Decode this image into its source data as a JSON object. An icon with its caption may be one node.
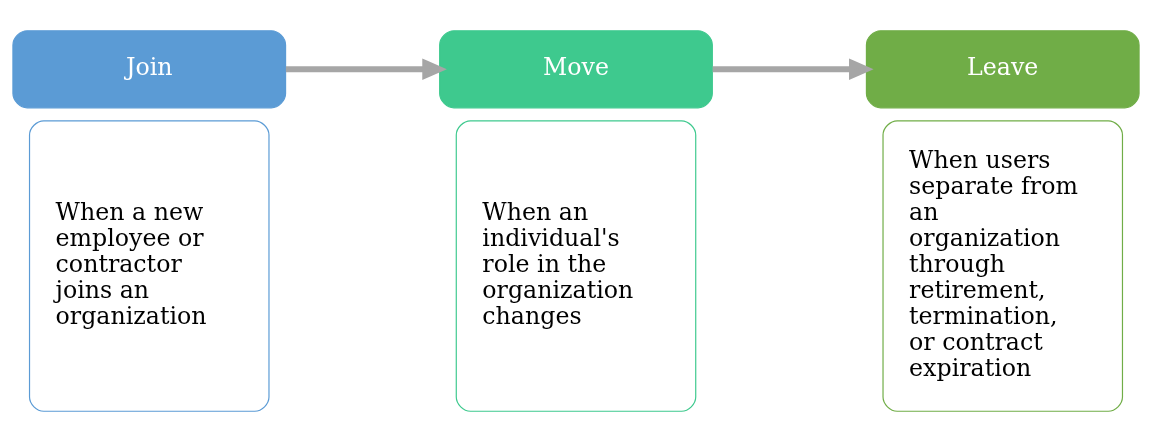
{
  "diagram": {
    "nodes": [
      {
        "text": [
          "Join"
        ]
      },
      {
        "text": [
          "When a new employee or contractor joins an organization"
        ]
      },
      {
        "text": [
          "Move"
        ]
      },
      {
        "text": [
          "When an individual's role in the organization changes"
        ]
      },
      {
        "text": [
          "Leave"
        ]
      },
      {
        "text": [
          "When users separate from an organization through retirement, termination, or contract expiration"
        ]
      }
    ],
    "edges": [
      {
        "from": 0,
        "to": 2,
        "arrow": "to"
      },
      {
        "from": 2,
        "to": 4,
        "arrow": "to"
      }
    ]
  }
}
